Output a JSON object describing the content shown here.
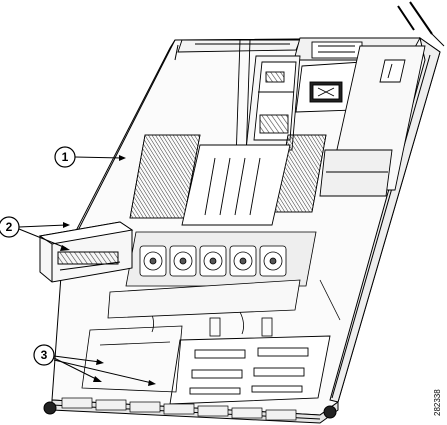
{
  "figure": {
    "figure_id": "282338",
    "callouts": [
      {
        "id": "1",
        "label": "1"
      },
      {
        "id": "2",
        "label": "2"
      },
      {
        "id": "3",
        "label": "3"
      }
    ]
  }
}
